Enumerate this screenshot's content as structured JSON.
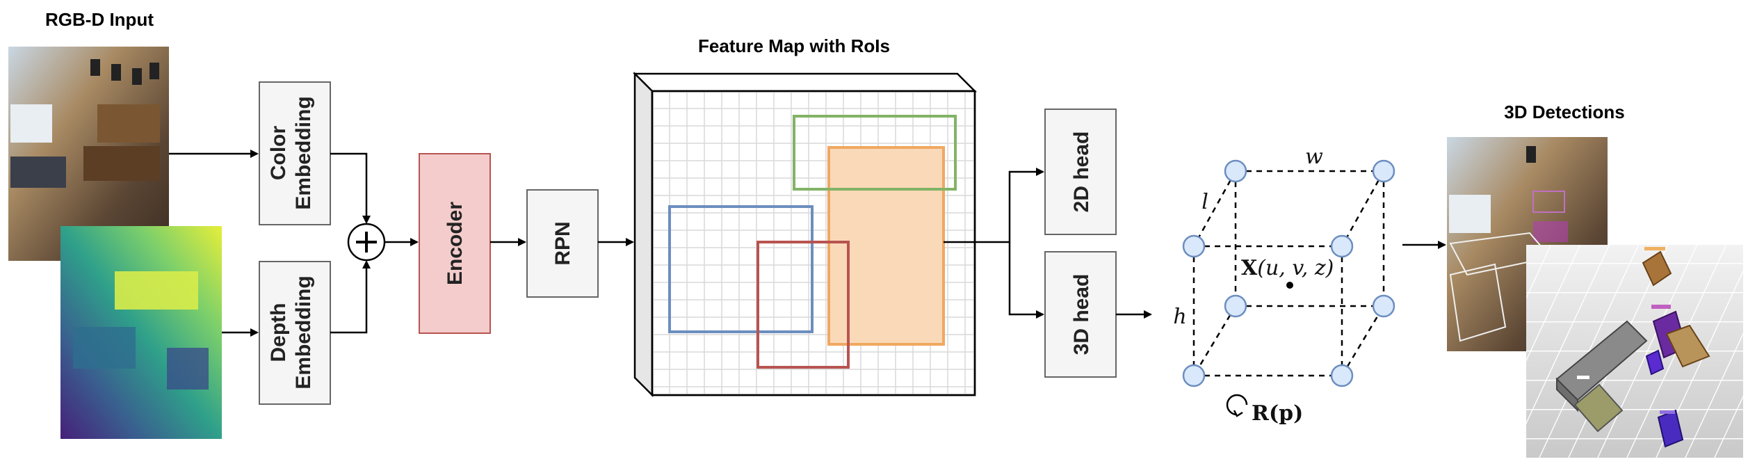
{
  "labels": {
    "rgbd_input": "RGB-D Input",
    "color_embedding_1": "Color",
    "color_embedding_2": "Embedding",
    "depth_embedding_1": "Depth",
    "depth_embedding_2": "Embedding",
    "encoder": "Encoder",
    "rpn": "RPN",
    "feature_map": "Feature Map with RoIs",
    "head_2d": "2D head",
    "head_3d": "3D head",
    "detections_3d": "3D Detections",
    "dim_w": "w",
    "dim_l": "l",
    "dim_h": "h",
    "center_X": "X",
    "center_args": "(u, v, z)",
    "rotation_R": "R",
    "rotation_args": "(p)"
  },
  "colors": {
    "encoder_fill": "#f4cccc",
    "encoder_stroke": "#b85450",
    "box_fill": "#f5f5f5",
    "box_stroke": "#666666",
    "roi_green": "#82b366",
    "roi_blue": "#6c8ebf",
    "roi_red": "#b85450",
    "roi_orange": "#f0a860",
    "roi_orange_fill": "#fad9b8",
    "node_fill": "#dae8fc",
    "node_stroke": "#6c8ebf"
  }
}
